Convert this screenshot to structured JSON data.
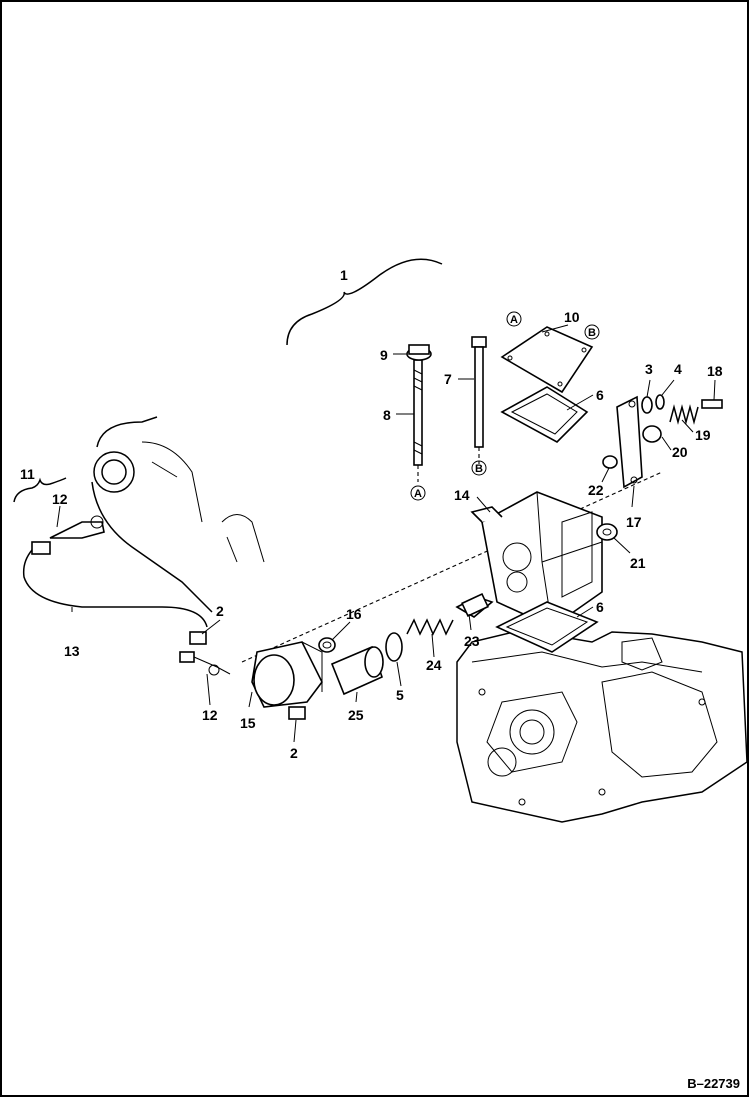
{
  "figure": {
    "reference": "B–22739",
    "callouts": [
      "1",
      "2",
      "2",
      "3",
      "4",
      "5",
      "6",
      "6",
      "7",
      "8",
      "9",
      "10",
      "11",
      "12",
      "12",
      "13",
      "14",
      "15",
      "16",
      "17",
      "18",
      "19",
      "20",
      "21",
      "22",
      "23",
      "24",
      "25"
    ],
    "circled": [
      "A",
      "B",
      "A",
      "B"
    ]
  }
}
